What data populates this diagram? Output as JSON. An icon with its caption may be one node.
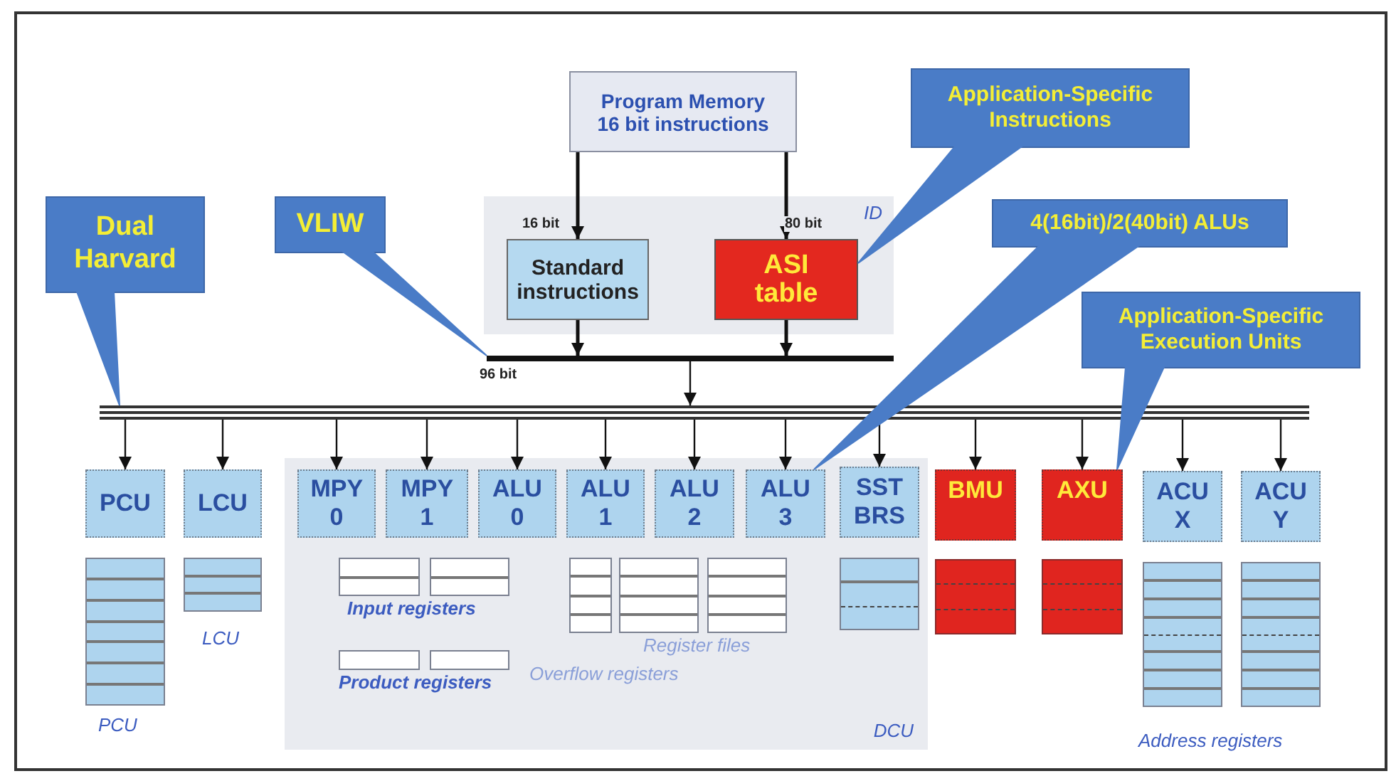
{
  "diagram": {
    "nodes": [
      {
        "text": [
          "Program Memory 16 bit instructions"
        ]
      },
      {
        "text": [
          "ID"
        ]
      },
      {
        "text": [
          "Standard instructions"
        ],
        "in": 1
      },
      {
        "text": [
          "ASI table"
        ],
        "in": 1
      },
      {
        "text": [],
        "shape": "bar",
        "beside": [
          "96 bit"
        ]
      },
      {
        "text": [],
        "shape": "bar"
      },
      {
        "text": [
          "DCU"
        ]
      },
      {
        "text": [
          "PCU"
        ]
      },
      {
        "text": [
          "LCU"
        ]
      },
      {
        "text": [
          "MPY 0"
        ],
        "in": 6
      },
      {
        "text": [
          "MPY 1"
        ],
        "in": 6
      },
      {
        "text": [
          "ALU 0"
        ],
        "in": 6
      },
      {
        "text": [
          "ALU 1"
        ],
        "in": 6
      },
      {
        "text": [
          "ALU 2"
        ],
        "in": 6
      },
      {
        "text": [
          "ALU 3"
        ],
        "in": 6
      },
      {
        "text": [
          "SST BRS"
        ],
        "in": 6
      },
      {
        "text": [
          "BMU"
        ]
      },
      {
        "text": [
          "AXU"
        ]
      },
      {
        "text": [
          "ACU X"
        ]
      },
      {
        "text": [
          "ACU Y"
        ]
      },
      {
        "text": [
          "Dual Harvard"
        ]
      },
      {
        "text": [
          "VLIW"
        ]
      },
      {
        "text": [
          "Application-Specific Instructions"
        ]
      },
      {
        "text": [
          "4(16bit)/2(40bit) ALUs"
        ]
      },
      {
        "text": [
          "Application-Specific Execution Units"
        ]
      }
    ],
    "edges": [
      {
        "from": 0,
        "to": 2,
        "arrow": "to",
        "label": "16 bit"
      },
      {
        "from": 0,
        "to": 3,
        "arrow": "to",
        "label": "80 bit"
      },
      {
        "from": 2,
        "to": 4,
        "arrow": "to"
      },
      {
        "from": 3,
        "to": 4,
        "arrow": "to"
      },
      {
        "from": 4,
        "to": 5,
        "arrow": "to"
      },
      {
        "from": 5,
        "to": 7,
        "arrow": "to"
      },
      {
        "from": 5,
        "to": 8,
        "arrow": "to"
      },
      {
        "from": 5,
        "to": 9,
        "arrow": "to"
      },
      {
        "from": 5,
        "to": 10,
        "arrow": "to"
      },
      {
        "from": 5,
        "to": 11,
        "arrow": "to"
      },
      {
        "from": 5,
        "to": 12,
        "arrow": "to"
      },
      {
        "from": 5,
        "to": 13,
        "arrow": "to"
      },
      {
        "from": 5,
        "to": 14,
        "arrow": "to"
      },
      {
        "from": 5,
        "to": 15,
        "arrow": "to"
      },
      {
        "from": 5,
        "to": 16,
        "arrow": "to"
      },
      {
        "from": 5,
        "to": 17,
        "arrow": "to"
      },
      {
        "from": 5,
        "to": 18,
        "arrow": "to"
      },
      {
        "from": 5,
        "to": 19,
        "arrow": "to"
      },
      {
        "from": 20,
        "to": 5,
        "arrow": "none",
        "color": "#4a7cc7"
      },
      {
        "from": 21,
        "to": 4,
        "arrow": "none",
        "color": "#4a7cc7"
      },
      {
        "from": 22,
        "to": 3,
        "arrow": "none",
        "color": "#4a7cc7"
      },
      {
        "from": 23,
        "to": 14,
        "arrow": "none",
        "color": "#4a7cc7"
      },
      {
        "from": 24,
        "to": 17,
        "arrow": "none",
        "color": "#4a7cc7"
      }
    ],
    "labels": [
      "Input registers",
      "LCU",
      "Register files",
      "Overflow registers",
      "Product registers",
      "PCU",
      "Address registers"
    ]
  }
}
